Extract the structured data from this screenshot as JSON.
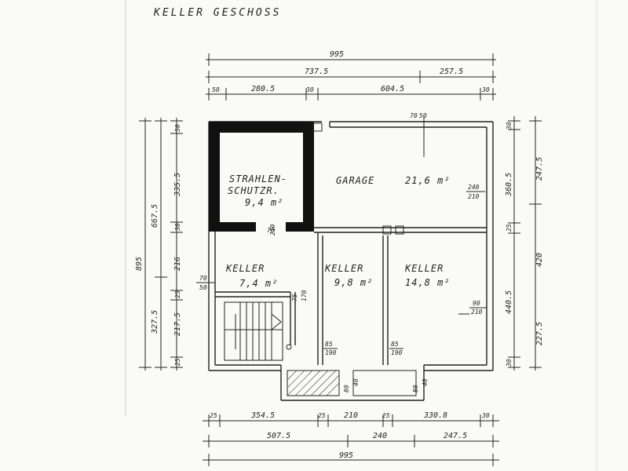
{
  "title": "KELLER GESCHOSS",
  "dimensions": {
    "top_total": "995",
    "top_row2_a": "737.5",
    "top_row2_b": "257.5",
    "top_row3_a": "50",
    "top_row3_b": "280.5",
    "top_row3_c": "30",
    "top_row3_d": "604.5",
    "top_row3_e": "30",
    "left_total": "895",
    "left_a": "667.5",
    "left_b": "327.5",
    "left_c1": "50",
    "left_c2": "335.5",
    "left_c3": "30",
    "left_c4": "216",
    "left_c5": "25",
    "left_c6": "217.5",
    "left_c7": "25",
    "right_a1": "30",
    "right_a2": "247.5",
    "right_b": "420",
    "right_c": "227.5",
    "right_d1": "360.5",
    "right_d2": "25",
    "right_d3": "440.5",
    "right_d4": "30",
    "bottom_row1_a": "25",
    "bottom_row1_b": "354.5",
    "bottom_row1_c": "25",
    "bottom_row1_d": "210",
    "bottom_row1_e": "25",
    "bottom_row1_f": "330.8",
    "bottom_row1_g": "30",
    "bottom_row2_a": "507.5",
    "bottom_row2_b": "240",
    "bottom_row2_c": "247.5",
    "bottom_total": "995"
  },
  "rooms": {
    "strahlen_line1": "STRAHLEN-",
    "strahlen_line2": "SCHUTZR.",
    "strahlen_area": "9,4 m²",
    "garage_name": "GARAGE",
    "garage_area": "21,6 m²",
    "keller1_name": "KELLER",
    "keller1_area": "7,4 m²",
    "keller2_name": "KELLER",
    "keller2_area": "9,8 m²",
    "keller3_name": "KELLER",
    "keller3_area": "14,8 m²"
  },
  "openings": {
    "garage_door_top": "70",
    "garage_door_bot": "50",
    "garage_right_top": "240",
    "garage_right_bot": "210",
    "sr_door_a": "70",
    "sr_door_b": "210",
    "k1_left_top": "70",
    "k1_left_bot": "50",
    "k1_door_a": "75",
    "k1_door_b": "170",
    "k2_door_top": "85",
    "k2_door_bot": "190",
    "k3_door_top": "85",
    "k3_door_bot": "190",
    "k3_right_top": "90",
    "k3_right_bot": "210",
    "bottom_win1_a": "80",
    "bottom_win1_b": "40",
    "bottom_win2_a": "80",
    "bottom_win2_b": "40"
  }
}
